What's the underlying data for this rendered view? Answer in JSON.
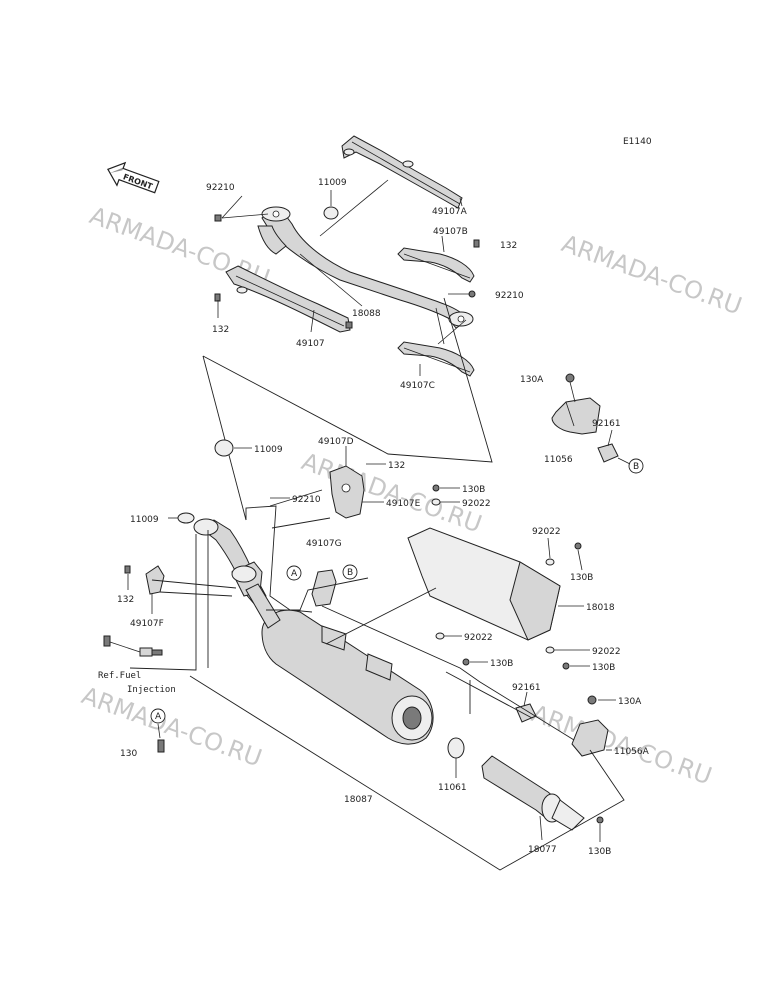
{
  "diagram_code": "E1140",
  "front_label": "FRONT",
  "watermark": "ARMADA-CO.RU",
  "ref_note_line1": "Ref.Fuel",
  "ref_note_line2": "Injection",
  "ref_letters": {
    "a": "A",
    "b": "B"
  },
  "parts": [
    {
      "id": "p-92210-top",
      "label": "92210"
    },
    {
      "id": "p-11009-top",
      "label": "11009"
    },
    {
      "id": "p-49107A",
      "label": "49107A"
    },
    {
      "id": "p-49107B",
      "label": "49107B"
    },
    {
      "id": "p-132-right",
      "label": "132"
    },
    {
      "id": "p-92210-right",
      "label": "92210"
    },
    {
      "id": "p-18088",
      "label": "18088"
    },
    {
      "id": "p-132-left",
      "label": "132"
    },
    {
      "id": "p-49107",
      "label": "49107"
    },
    {
      "id": "p-49107C",
      "label": "49107C"
    },
    {
      "id": "p-130A-top",
      "label": "130A"
    },
    {
      "id": "p-92161-top",
      "label": "92161"
    },
    {
      "id": "p-11056",
      "label": "11056"
    },
    {
      "id": "p-11009-mid",
      "label": "11009"
    },
    {
      "id": "p-49107D",
      "label": "49107D"
    },
    {
      "id": "p-132-mid",
      "label": "132"
    },
    {
      "id": "p-49107E",
      "label": "49107E"
    },
    {
      "id": "p-92210-mid",
      "label": "92210"
    },
    {
      "id": "p-130B-a",
      "label": "130B"
    },
    {
      "id": "p-92022-a",
      "label": "92022"
    },
    {
      "id": "p-11009-left",
      "label": "11009"
    },
    {
      "id": "p-49107G",
      "label": "49107G"
    },
    {
      "id": "p-92022-b",
      "label": "92022"
    },
    {
      "id": "p-130B-b",
      "label": "130B"
    },
    {
      "id": "p-132-low",
      "label": "132"
    },
    {
      "id": "p-49107F",
      "label": "49107F"
    },
    {
      "id": "p-18018",
      "label": "18018"
    },
    {
      "id": "p-92022-c",
      "label": "92022"
    },
    {
      "id": "p-92022-d",
      "label": "92022"
    },
    {
      "id": "p-130B-c",
      "label": "130B"
    },
    {
      "id": "p-130B-d",
      "label": "130B"
    },
    {
      "id": "p-92161-low",
      "label": "92161"
    },
    {
      "id": "p-130A-low",
      "label": "130A"
    },
    {
      "id": "p-11056A",
      "label": "11056A"
    },
    {
      "id": "p-130",
      "label": "130"
    },
    {
      "id": "p-11061",
      "label": "11061"
    },
    {
      "id": "p-18087",
      "label": "18087"
    },
    {
      "id": "p-18077",
      "label": "18077"
    },
    {
      "id": "p-130B-e",
      "label": "130B"
    }
  ]
}
